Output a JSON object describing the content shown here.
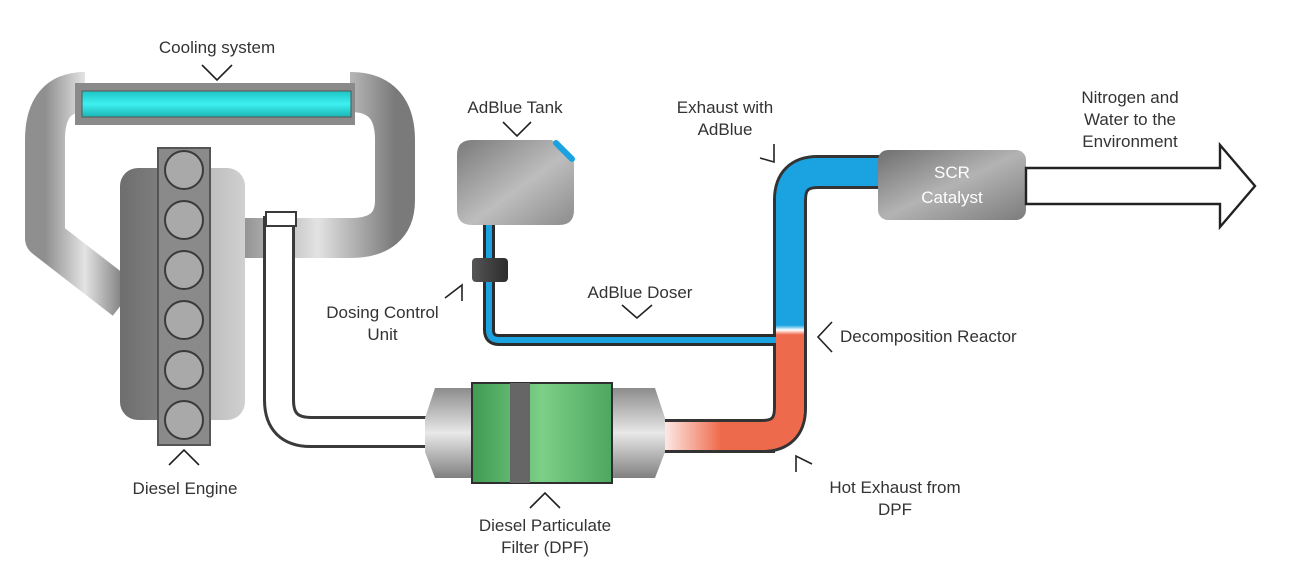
{
  "labels": {
    "cooling_system": "Cooling system",
    "adblue_tank": "AdBlue Tank",
    "exhaust_with_adblue": "Exhaust with\nAdBlue",
    "nitrogen_water": "Nitrogen and\nWater to the\nEnvironment",
    "dosing_control_unit": "Dosing Control\nUnit",
    "adblue_doser": "AdBlue Doser",
    "decomposition_reactor": "Decomposition Reactor",
    "diesel_engine": "Diesel Engine",
    "dpf": "Diesel Particulate\nFilter (DPF)",
    "hot_exhaust": "Hot Exhaust from\nDPF"
  },
  "scr": {
    "line1": "SCR",
    "line2": "Catalyst"
  },
  "colors": {
    "coolant": "#27d6d6",
    "adblue": "#1aa3e0",
    "hot_exhaust": "#ee6a4c",
    "filter_green": "#5cbd6f",
    "metal": "#9a9a9a",
    "outline": "#333333"
  }
}
